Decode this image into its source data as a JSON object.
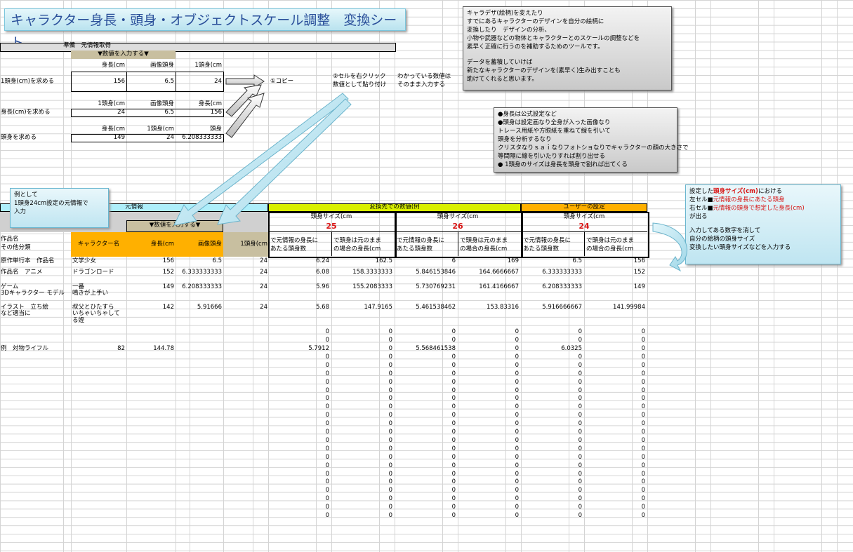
{
  "sheet": {
    "title": "キャラクター身長・頭身・オブジェクトスケール調整　変換シート",
    "section_prep": "準備　元情報取得",
    "enter_values": "▼数値を入力する▼",
    "top_headers": {
      "height": "身長(cm",
      "image_heads": "画像頭身",
      "one_head": "1頭身(cm"
    },
    "calc": [
      {
        "label": "1頭身(cm)を求める",
        "h1": "",
        "h2": "",
        "h3": "",
        "v1": "156",
        "v2": "6.5",
        "v3": "24"
      },
      {
        "label": "身長(cm)を求める",
        "h1": "1頭身(cm",
        "h2": "画像頭身",
        "h3": "身長(cm",
        "v1": "24",
        "v2": "6.5",
        "v3": "156"
      },
      {
        "label": "頭身を求める",
        "h1": "身長(cm",
        "h2": "1頭身(cm",
        "h3": "頭身",
        "v1": "149",
        "v2": "24",
        "v3": "6.208333333"
      }
    ],
    "step1": "①コピー",
    "step2": [
      "②セルを右クリック",
      "数値として貼り付け"
    ],
    "step3": [
      "わかっている数値は",
      "そのまま入力する"
    ],
    "note_top": [
      "キャラデザ(絵柄)を変えたり",
      "すでにあるキャラクターのデザインを自分の絵柄に",
      "変換したり　デザインの分析、",
      "小物や武器などの物体とキャラクターとのスケールの調整などを",
      "素早く正確に行うのを補助するためのツールです。",
      "",
      "データを蓄積していけば",
      "新たなキャラクターのデザインを(素早く)生み出すことも",
      "助けてくれると思います。"
    ],
    "note_mid": [
      "●身長は公式設定など",
      "●頭身は設定画なり全身が入った画像なり",
      "トレース用紙や方眼紙を重ねて線を引いて",
      "頭身を分析するなり",
      "クリスタなりｓａｉなりフォトショなりでキャラクターの顔の大きさで",
      "等間隔に線を引いたりすれば割り出せる",
      "● 1頭身のサイズは身長を頭身で割れば出てくる"
    ],
    "note_example": [
      "例として",
      "1頭身24cm設定の元情報で",
      "入力"
    ],
    "note_right": {
      "l1a": "設定した",
      "l1b": "頭身サイズ(cm)",
      "l1c": "における",
      "l2a": "左セル■",
      "l2b": "元情報の身長にあたる頭身",
      "l3a": "右セル■",
      "l3b": "元情報の頭身で想定した身長(cm)",
      "l4": "が出る",
      "l5": "入力してある数字を消して",
      "l6": "自分の絵柄の頭身サイズ",
      "l7": "変換したい頭身サイズなどを入力する"
    },
    "band_source": "元情報",
    "band_convert": "変換先での数値(例",
    "band_user": "ユーザーの設定",
    "enter_values2": "▼数値を入力する▼",
    "col_work": [
      "作品名",
      "その他分類"
    ],
    "col_char": "キャラクター名",
    "col_height": "身長(cm",
    "col_imgheads": "画像頭身",
    "col_onehead": "1頭身(cm",
    "head_size_label": "頭身サイズ(cm",
    "head_sizes": [
      "25",
      "26",
      "24"
    ],
    "sub_left": [
      "で元情報の身長に",
      "あたる頭身数"
    ],
    "sub_right": [
      "で頭身は元のまま",
      "の場合の身長(cm"
    ],
    "rows": [
      {
        "work": "原作単行本　作品名",
        "char": "文学少女",
        "h": "156",
        "img": "6.5",
        "one": "24",
        "c": [
          "6.24",
          "162.5",
          "6",
          "169",
          "6.5",
          "156"
        ]
      },
      {
        "work": "作品名　アニメ",
        "char": "ドラゴンロード",
        "h": "152",
        "img": "6.333333333",
        "one": "24",
        "c": [
          "6.08",
          "158.3333333",
          "5.846153846",
          "164.6666667",
          "6.333333333",
          "152"
        ]
      },
      {
        "work": "ゲーム\n3Dキャラクター モデル",
        "char": "一番\n鳴きが上手い",
        "h": "149",
        "img": "6.208333333",
        "one": "24",
        "c": [
          "5.96",
          "155.2083333",
          "5.730769231",
          "161.4166667",
          "6.208333333",
          "149"
        ]
      },
      {
        "work": "イラスト　立ち絵\nなど適当に",
        "char": "叔父とひたすら\nいちゃいちゃして\nる姪",
        "h": "142",
        "img": "5.91666",
        "one": "24",
        "c": [
          "5.68",
          "147.9165",
          "5.461538462",
          "153.83316",
          "5.916666667",
          "141.99984"
        ]
      }
    ],
    "example_row": {
      "work": "例　対物ライフル",
      "char": "82",
      "h": "144.78",
      "c": [
        "5.7912",
        "0",
        "5.568461538",
        "0",
        "6.0325",
        "0"
      ]
    },
    "zero": "0"
  }
}
